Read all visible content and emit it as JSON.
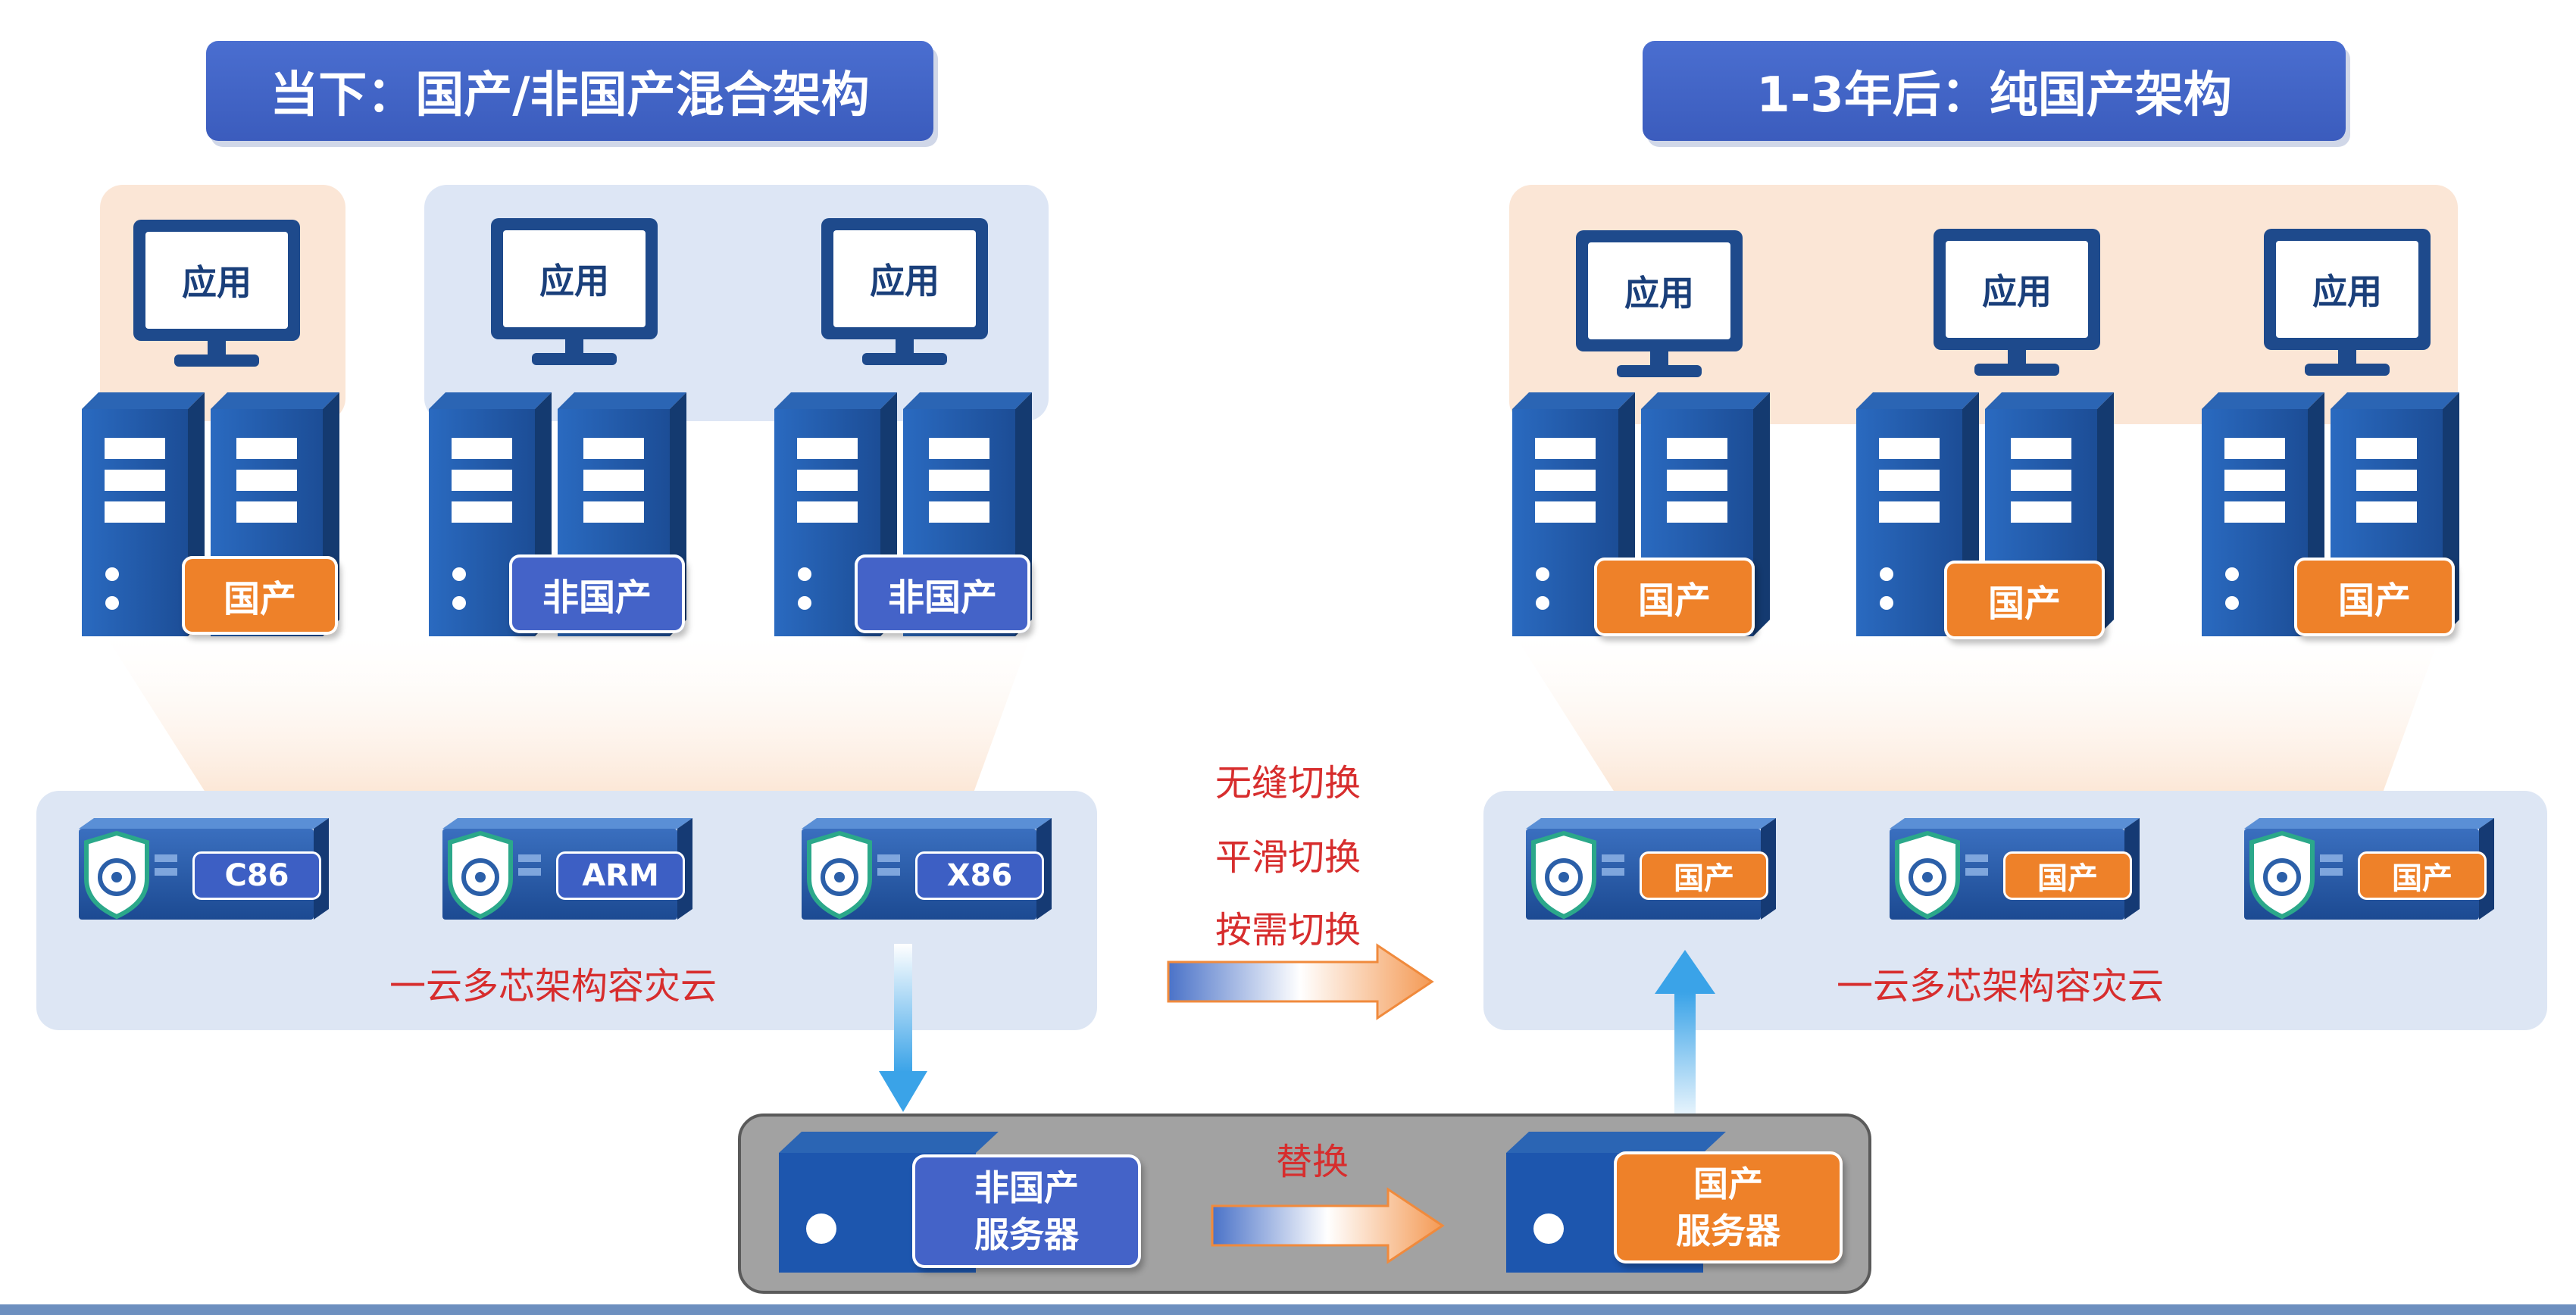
{
  "left": {
    "title": "当下：国产/非国产混合架构",
    "apps": [
      "应用",
      "应用",
      "应用"
    ],
    "servers": [
      "国产",
      "非国产",
      "非国产"
    ],
    "appliances": [
      "C86",
      "ARM",
      "X86"
    ],
    "cloud_label": "一云多芯架构容灾云"
  },
  "right": {
    "title": "1-3年后：纯国产架构",
    "apps": [
      "应用",
      "应用",
      "应用"
    ],
    "servers": [
      "国产",
      "国产",
      "国产"
    ],
    "appliances": [
      "国产",
      "国产",
      "国产"
    ],
    "cloud_label": "一云多芯架构容灾云"
  },
  "transition": {
    "lines": [
      "无缝切换",
      "平滑切换",
      "按需切换"
    ]
  },
  "bottom": {
    "old_server_line1": "非国产",
    "old_server_line2": "服务器",
    "replace_label": "替换",
    "new_server_line1": "国产",
    "new_server_line2": "服务器"
  },
  "colors": {
    "navy": "#1e4a8c",
    "banner_blue": "#4463c8",
    "orange": "#ee8129",
    "red_text": "#d72d2d"
  }
}
